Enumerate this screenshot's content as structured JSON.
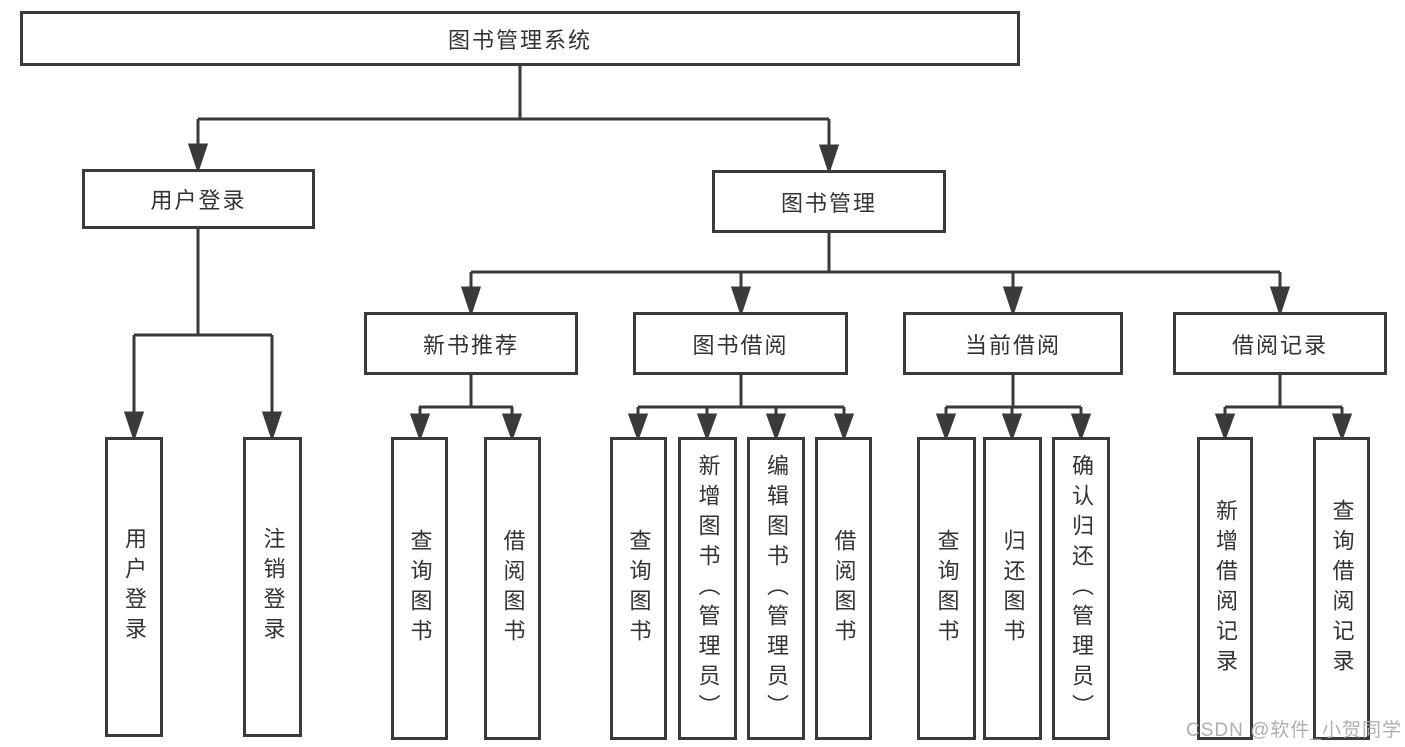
{
  "diagram": {
    "kind": "hierarchy-tree"
  },
  "tree": {
    "root": {
      "label": "图书管理系统",
      "children": [
        {
          "label": "用户登录",
          "children": [
            {
              "label": "用户登录"
            },
            {
              "label": "注销登录"
            }
          ]
        },
        {
          "label": "图书管理",
          "children": [
            {
              "label": "新书推荐",
              "children": [
                {
                  "label": "查询图书"
                },
                {
                  "label": "借阅图书"
                }
              ]
            },
            {
              "label": "图书借阅",
              "children": [
                {
                  "label": "查询图书"
                },
                {
                  "label": "新增图书（管理员）"
                },
                {
                  "label": "编辑图书（管理员）"
                },
                {
                  "label": "借阅图书"
                }
              ]
            },
            {
              "label": "当前借阅",
              "children": [
                {
                  "label": "查询图书"
                },
                {
                  "label": "归还图书"
                },
                {
                  "label": "确认归还（管理员）"
                }
              ]
            },
            {
              "label": "借阅记录",
              "children": [
                {
                  "label": "新增借阅记录"
                },
                {
                  "label": "查询借阅记录"
                }
              ]
            }
          ]
        }
      ]
    }
  },
  "watermark": {
    "text": "CSDN @软件_小贺同学"
  },
  "colors": {
    "line": "#3a3a3a",
    "text": "#333333",
    "box_background": "#ffffff",
    "watermark": "#a8a8a8"
  }
}
